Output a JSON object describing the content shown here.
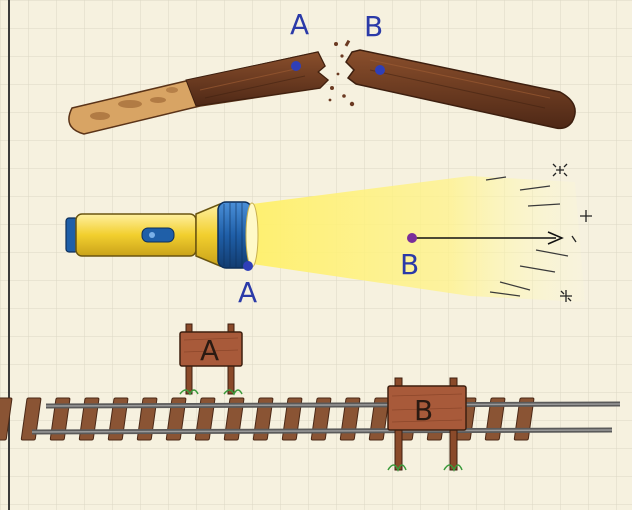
{
  "scenes": {
    "stick": {
      "label_a": "A",
      "label_b": "B"
    },
    "flashlight": {
      "label_a": "A",
      "label_b": "B"
    },
    "track": {
      "sign_a": "A",
      "sign_b": "B"
    }
  },
  "colors": {
    "paper": "#f6f1df",
    "grid": "#dcd8c4",
    "margin_line": "#3a3a3a",
    "label_blue": "#2b3aa8",
    "point_blue": "#2f3fb8",
    "point_purple": "#7a2e9a",
    "wood_dark": "#6b3a22",
    "wood_light": "#d8a464",
    "flashlight_body": "#f2cf2e",
    "flashlight_head": "#1f5fa8",
    "beam": "#fff27a",
    "rail": "#5a5a5a",
    "tie": "#8a5434",
    "sign_wood": "#a85a3a"
  }
}
